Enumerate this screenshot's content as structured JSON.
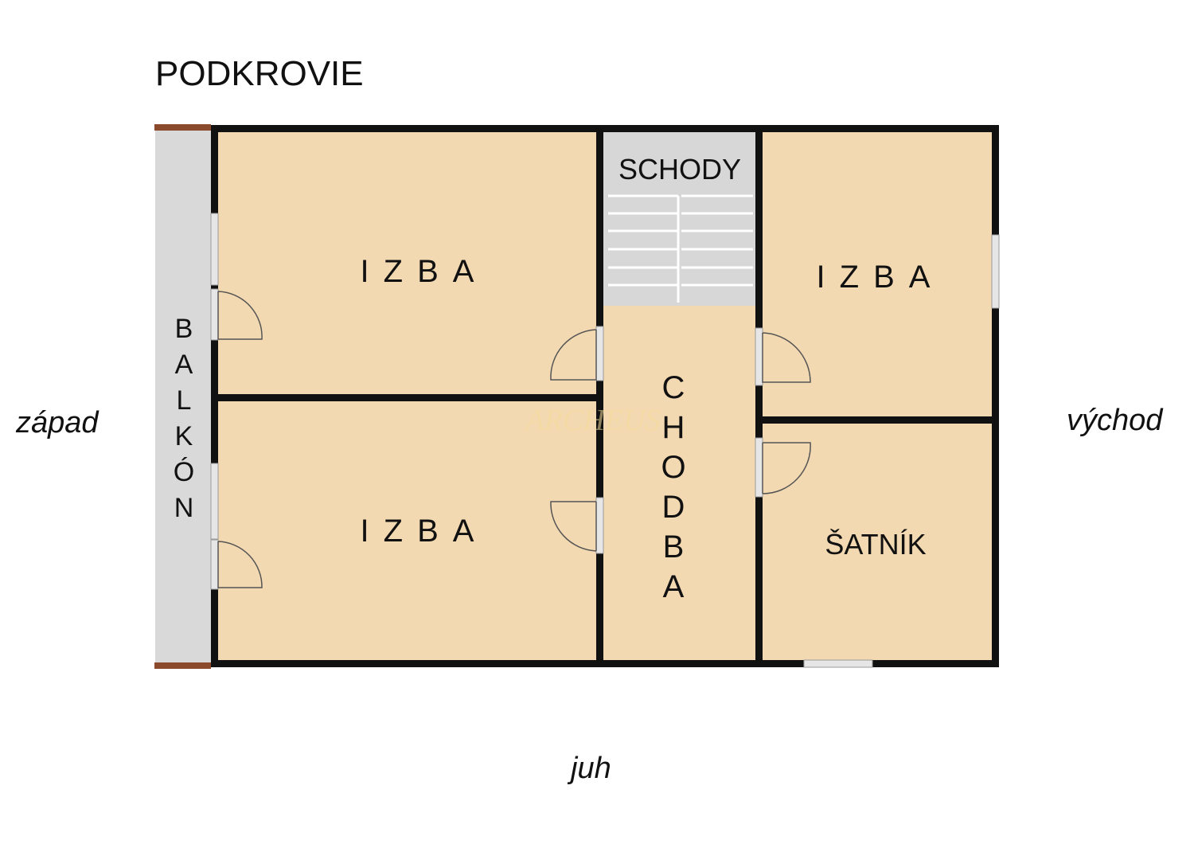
{
  "floor_title": "PODKROVIE",
  "watermark": "ARCHEUS",
  "compass": {
    "west": "západ",
    "east": "východ",
    "south": "juh"
  },
  "rooms": {
    "room_top_left": "IZBA",
    "room_bottom_left": "IZBA",
    "room_top_right": "IZBA",
    "stairs": "SCHODY",
    "corridor": "CHODBA",
    "wardrobe": "ŠATNÍK",
    "balcony": "BALKÓN"
  },
  "colors": {
    "room_fill": "#f3d9b1",
    "stairs_fill": "#d7d7d7",
    "balcony_fill": "#d9d9d9",
    "wall": "#111111",
    "balcony_edge": "#8b4a2b",
    "window": "#e6e6e6"
  }
}
